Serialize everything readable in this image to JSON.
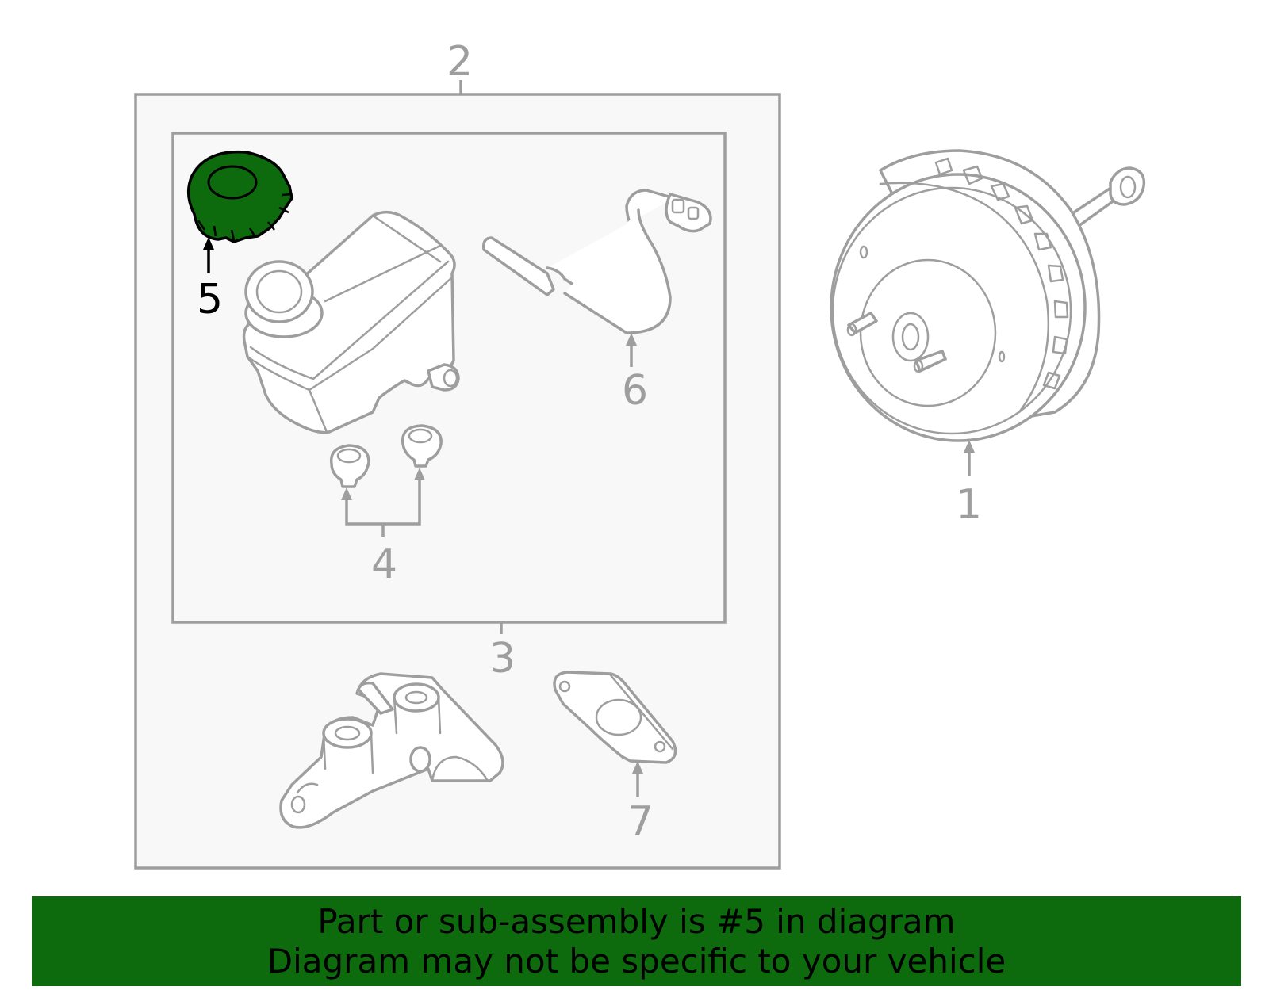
{
  "diagram": {
    "callouts": {
      "c1": "1",
      "c2": "2",
      "c3": "3",
      "c4": "4",
      "c5": "5",
      "c6": "6",
      "c7": "7"
    },
    "highlight_part": "5"
  },
  "colors": {
    "line": "#9e9e9e",
    "highlight_fill": "#0d6b0d",
    "banner_bg": "#0d6b0d",
    "text_highlight": "#000000"
  },
  "banner": {
    "line1": "Part or sub-assembly is #5 in diagram",
    "line2": "Diagram may not be specific to your vehicle"
  }
}
